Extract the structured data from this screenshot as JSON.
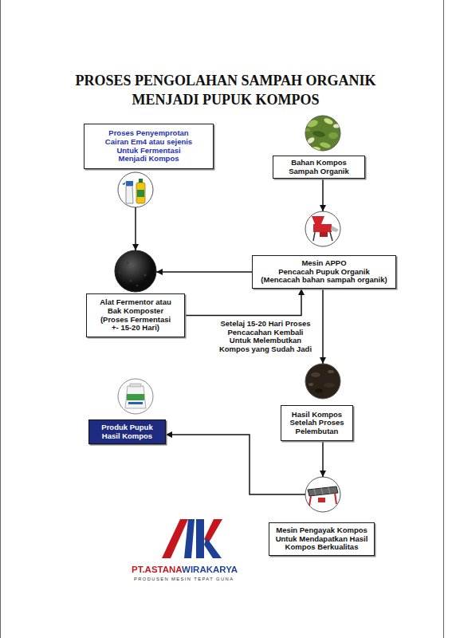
{
  "diagram": {
    "title": "PROSES PENGOLAHAN SAMPAH ORGANIK MENJADI PUPUK KOMPOS",
    "nodes": [
      {
        "text": [
          "Proses Penyemprotan Cairan Em4 atau sejenis Untuk Fermentasi Menjadi Kompos"
        ]
      },
      {
        "text": [
          "Bahan Kompos Sampah Organik"
        ]
      },
      {
        "text": [
          "Mesin APPO",
          "Pencacah Pupuk Organik",
          "(Mencacah bahan sampah organik)"
        ]
      },
      {
        "text": [
          "Alat Fermentor atau Bak Komposter",
          "(Proses Fermentasi +- 15-20 Hari)"
        ]
      },
      {
        "text": [
          "Hasil Kompos Setelah Proses Pelembutan"
        ]
      },
      {
        "text": [
          "Produk Pupuk Hasil Kompos"
        ]
      },
      {
        "text": [
          "Mesin Pengayak Kompos",
          "Untuk Mendapatkan Hasil Kompos Berkualitas"
        ]
      }
    ],
    "edges": [
      {
        "from": 0,
        "to": 3,
        "arrow": "to"
      },
      {
        "from": 1,
        "to": 2,
        "arrow": "to"
      },
      {
        "from": 2,
        "to": 3,
        "arrow": "to"
      },
      {
        "from": 3,
        "to": 2,
        "arrow": "to",
        "label": "Setelaj 15-20 Hari Proses Pencacahan Kembali Untuk Melembutkan Kompos yang Sudah Jadi"
      },
      {
        "from": 2,
        "to": 4,
        "arrow": "to"
      },
      {
        "from": 4,
        "to": 6,
        "arrow": "to"
      },
      {
        "from": 6,
        "to": 5,
        "arrow": "to"
      }
    ],
    "labels": [
      "PT.ASTANAWIRAKARYA",
      "PRODUSEN MESIN TEPAT GUNA"
    ]
  }
}
